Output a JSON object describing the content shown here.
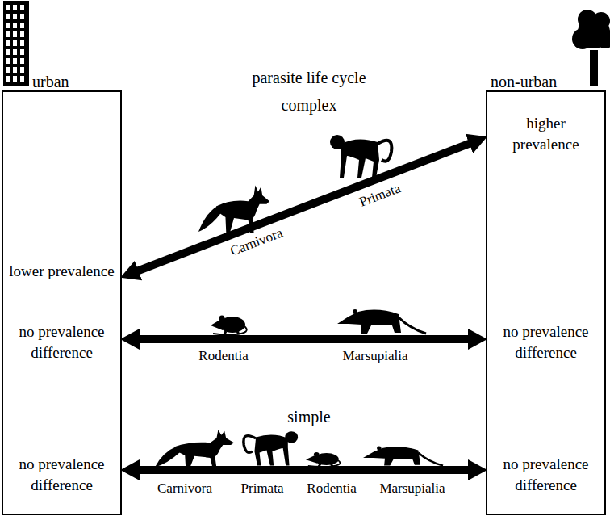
{
  "diagram": {
    "nodes": [
      {
        "text": [
          "urban",
          "lower prevalence",
          "no prevalence difference",
          "no prevalence difference"
        ]
      },
      {
        "text": [
          "non-urban",
          "higher prevalence",
          "no prevalence difference",
          "no prevalence difference"
        ]
      }
    ],
    "edges": [
      {
        "from": 0,
        "to": 1,
        "arrow": "both"
      },
      {
        "from": 0,
        "to": 1,
        "arrow": "both"
      },
      {
        "from": 0,
        "to": 1,
        "arrow": "both"
      }
    ],
    "labels": [
      "parasite life cycle",
      "complex",
      "Carnivora",
      "Primata",
      "Rodentia",
      "Marsupialia",
      "simple",
      "Carnivora",
      "Primata",
      "Rodentia",
      "Marsupialia"
    ]
  }
}
